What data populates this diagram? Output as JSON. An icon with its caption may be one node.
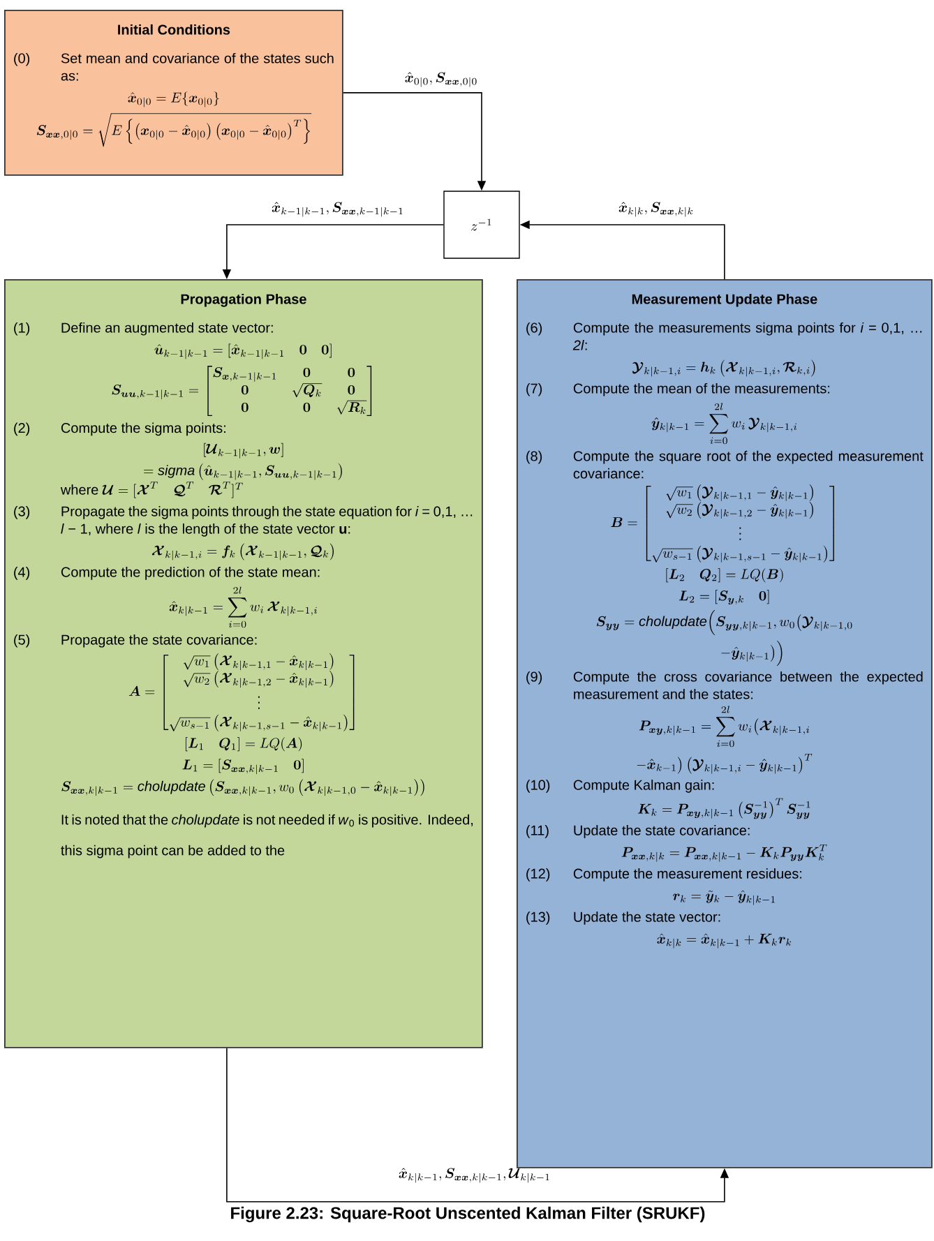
{
  "diagram": {
    "caption": "Figure 2.23: Square-Root Unscented Kalman Filter (SRUKF)",
    "nodes": [
      {
        "text": [
          "Initial Conditions",
          "(0)",
          "Set mean and covariance of the states such as:",
          "\\hat{\\bm{x}}_{0|0} = E\\{\\bm{x}_{0|0}\\}",
          "\\bm{S}_{\\bm{xx},0|0} = \\sqrt{E\\left\\{\\left(\\bm{x}_{0|0}-\\hat{\\bm{x}}_{0|0}\\right)\\left(\\bm{x}_{0|0}-\\hat{\\bm{x}}_{0|0}\\right)^{T}\\right\\}}"
        ]
      },
      {
        "text": [
          "z^{-1}"
        ]
      },
      {
        "text": [
          "Propagation Phase",
          "(1)",
          "Define an augmented state vector:",
          "\\hat{\\bm{u}}_{k-1|k-1} = [\\hat{\\bm{x}}_{k-1|k-1}\\quad \\bm{0}\\quad \\bm{0}]",
          "\\bm{S}_{\\bm{uu},k-1|k-1} = \\begin{bmatrix} \\bm{S}_{\\bm{x},k-1|k-1} & \\bm{0} & \\bm{0}\\\\ \\bm{0} & \\sqrt{\\bm{Q}_k} & \\bm{0}\\\\ \\bm{0} & \\bm{0} & \\sqrt{\\bm{R}_k}\\end{bmatrix}",
          "(2)",
          "Compute the sigma points:",
          "\\begin{gathered}[\\bm{\\mathcal{U}}_{k-1|k-1},\\bm{w}]\\\\ = \\mathit{sigma}\\left(\\hat{\\bm{u}}_{k-1|k-1},\\bm{S}_{\\bm{uu},k-1|k-1}\\right)\\end{gathered}",
          "\\text{where } \\bm{\\mathcal{U}} = [\\bm{\\mathcal{X}}^{T}\\quad \\bm{\\mathcal{Q}}^{T}\\quad \\bm{\\mathcal{R}}^{T}]^{T}",
          "(3)",
          "Propagate the sigma points through the state equation for *i* = 0,1, … *l* − 1, where *l* is the length of the state vector **u**:",
          "\\bm{\\mathcal{X}}_{k|k-1,i} = \\bm{f}_k\\left(\\bm{\\mathcal{X}}_{k-1|k-1},\\bm{\\mathcal{Q}}_k\\right)",
          "(4)",
          "Compute the prediction of the state mean:",
          "\\hat{\\bm{x}}_{k|k-1} = \\sum_{i=0}^{2l} w_i\\,\\bm{\\mathcal{X}}_{k|k-1,i}",
          "(5)",
          "Propagate the state covariance:",
          "\\bm{A} = \\begin{bmatrix}\\sqrt{w_1}\\left(\\bm{\\mathcal{X}}_{k|k-1,1}-\\hat{\\bm{x}}_{k|k-1}\\right)\\\\ \\sqrt{w_2}\\left(\\bm{\\mathcal{X}}_{k|k-1,2}-\\hat{\\bm{x}}_{k|k-1}\\right)\\\\ \\vdots\\\\ \\sqrt{w_{s-1}}\\left(\\bm{\\mathcal{X}}_{k|k-1,s-1}-\\hat{\\bm{x}}_{k|k-1}\\right)\\end{bmatrix}",
          "[\\bm{L}_1\\quad \\bm{Q}_1] = LQ(\\bm{A})",
          "\\bm{L}_1 = [\\bm{S}_{\\bm{xx},k|k-1}\\quad \\bm{0}]",
          "\\bm{S}_{\\bm{xx},k|k-1} = \\mathit{cholupdate}\\left(\\bm{S}_{\\bm{xx},k|k-1}, w_0\\left(\\bm{\\mathcal{X}}_{k|k-1,0}-\\hat{\\bm{x}}_{k|k-1}\\right)\\right)",
          "It is noted that the *cholupdate* is not needed if *w*$_{0}$ is positive. Indeed, this sigma point can be added to the"
        ]
      },
      {
        "text": [
          "Measurement Update Phase",
          "(6)",
          "Compute the measurements sigma points for *i* = 0,1, … *2l*:",
          "\\bm{\\mathcal{Y}}_{k|k-1,i} = \\bm{h}_k\\left(\\bm{\\mathcal{X}}_{k|k-1,i},\\bm{\\mathcal{R}}_{k,i}\\right)",
          "(7)",
          "Compute the mean of the measurements:",
          "\\hat{\\bm{y}}_{k|k-1} = \\sum_{i=0}^{2l} w_i\\,\\bm{\\mathcal{Y}}_{k|k-1,i}",
          "(8)",
          "Compute the square root of the expected measurement covariance:",
          "\\bm{B} = \\begin{bmatrix}\\sqrt{w_1}\\left(\\bm{\\mathcal{Y}}_{k|k-1,1}-\\hat{\\bm{y}}_{k|k-1}\\right)\\\\ \\sqrt{w_2}\\left(\\bm{\\mathcal{Y}}_{k|k-1,2}-\\hat{\\bm{y}}_{k|k-1}\\right)\\\\ \\vdots\\\\ \\sqrt{w_{s-1}}\\left(\\bm{\\mathcal{Y}}_{k|k-1,s-1}-\\hat{\\bm{y}}_{k|k-1}\\right)\\end{bmatrix}",
          "[\\bm{L}_2\\quad \\bm{Q}_2] = LQ(\\bm{B})",
          "\\bm{L}_2 = [\\bm{S}_{\\bm{y},k}\\quad \\bm{0}]",
          "\\begin{gathered}\\bm{S}_{\\bm{yy}} = \\mathit{cholupdate}\\Big(\\bm{S}_{\\bm{yy},k|k-1}, w_0\\big(\\bm{\\mathcal{Y}}_{k|k-1,0}\\\\ \\qquad\\qquad -\\hat{\\bm{y}}_{k|k-1}\\big)\\Big)\\end{gathered}",
          "(9)",
          "Compute the cross covariance between the expected measurement and the states:",
          "\\begin{gathered}\\bm{P}_{\\bm{xy},k|k-1} = \\sum_{i=0}^{2l} w_i\\big(\\bm{\\mathcal{X}}_{k|k-1,i}\\\\ -\\hat{\\bm{x}}_{k-1}\\big)\\left(\\bm{\\mathcal{Y}}_{k|k-1,i}-\\hat{\\bm{y}}_{k|k-1}\\right)^{T}\\end{gathered}",
          "(10)",
          "Compute Kalman gain:",
          "\\bm{K}_k = \\bm{P}_{\\bm{xy},k|k-1}\\left(\\bm{S}_{\\bm{yy}}^{-1}\\right)^{T}\\bm{S}_{\\bm{yy}}^{-1}",
          "(11)",
          "Update the state covariance:",
          "\\bm{P}_{\\bm{xx},k|k} = \\bm{P}_{\\bm{xx},k|k-1} - \\bm{K}_k\\bm{P}_{\\bm{yy}}\\bm{K}_k^{T}",
          "(12)",
          "Compute the measurement residues:",
          "\\bm{r}_k = \\tilde{\\bm{y}}_k - \\hat{\\bm{y}}_{k|k-1}",
          "(13)",
          "Update the state vector:",
          "\\hat{\\bm{x}}_{k|k} = \\hat{\\bm{x}}_{k|k-1} + \\bm{K}_k\\bm{r}_k"
        ]
      }
    ],
    "edges": [
      {
        "from": 0,
        "to": 1,
        "arrow": "to",
        "label": "\\hat{\\bm{x}}_{0|0}, \\bm{S}_{\\bm{xx},0|0}"
      },
      {
        "from": 1,
        "to": 2,
        "arrow": "to",
        "label": "\\hat{\\bm{x}}_{k-1|k-1}, \\bm{S}_{\\bm{xx},k-1|k-1}"
      },
      {
        "from": 3,
        "to": 1,
        "arrow": "to",
        "label": "\\hat{\\bm{x}}_{k|k}, \\bm{S}_{\\bm{xx},k|k}"
      },
      {
        "from": 2,
        "to": 3,
        "arrow": "to",
        "label": "\\hat{\\bm{x}}_{k|k-1}, \\bm{S}_{\\bm{xx},k|k-1}, \\bm{\\mathcal{U}}_{k|k-1}"
      }
    ]
  }
}
